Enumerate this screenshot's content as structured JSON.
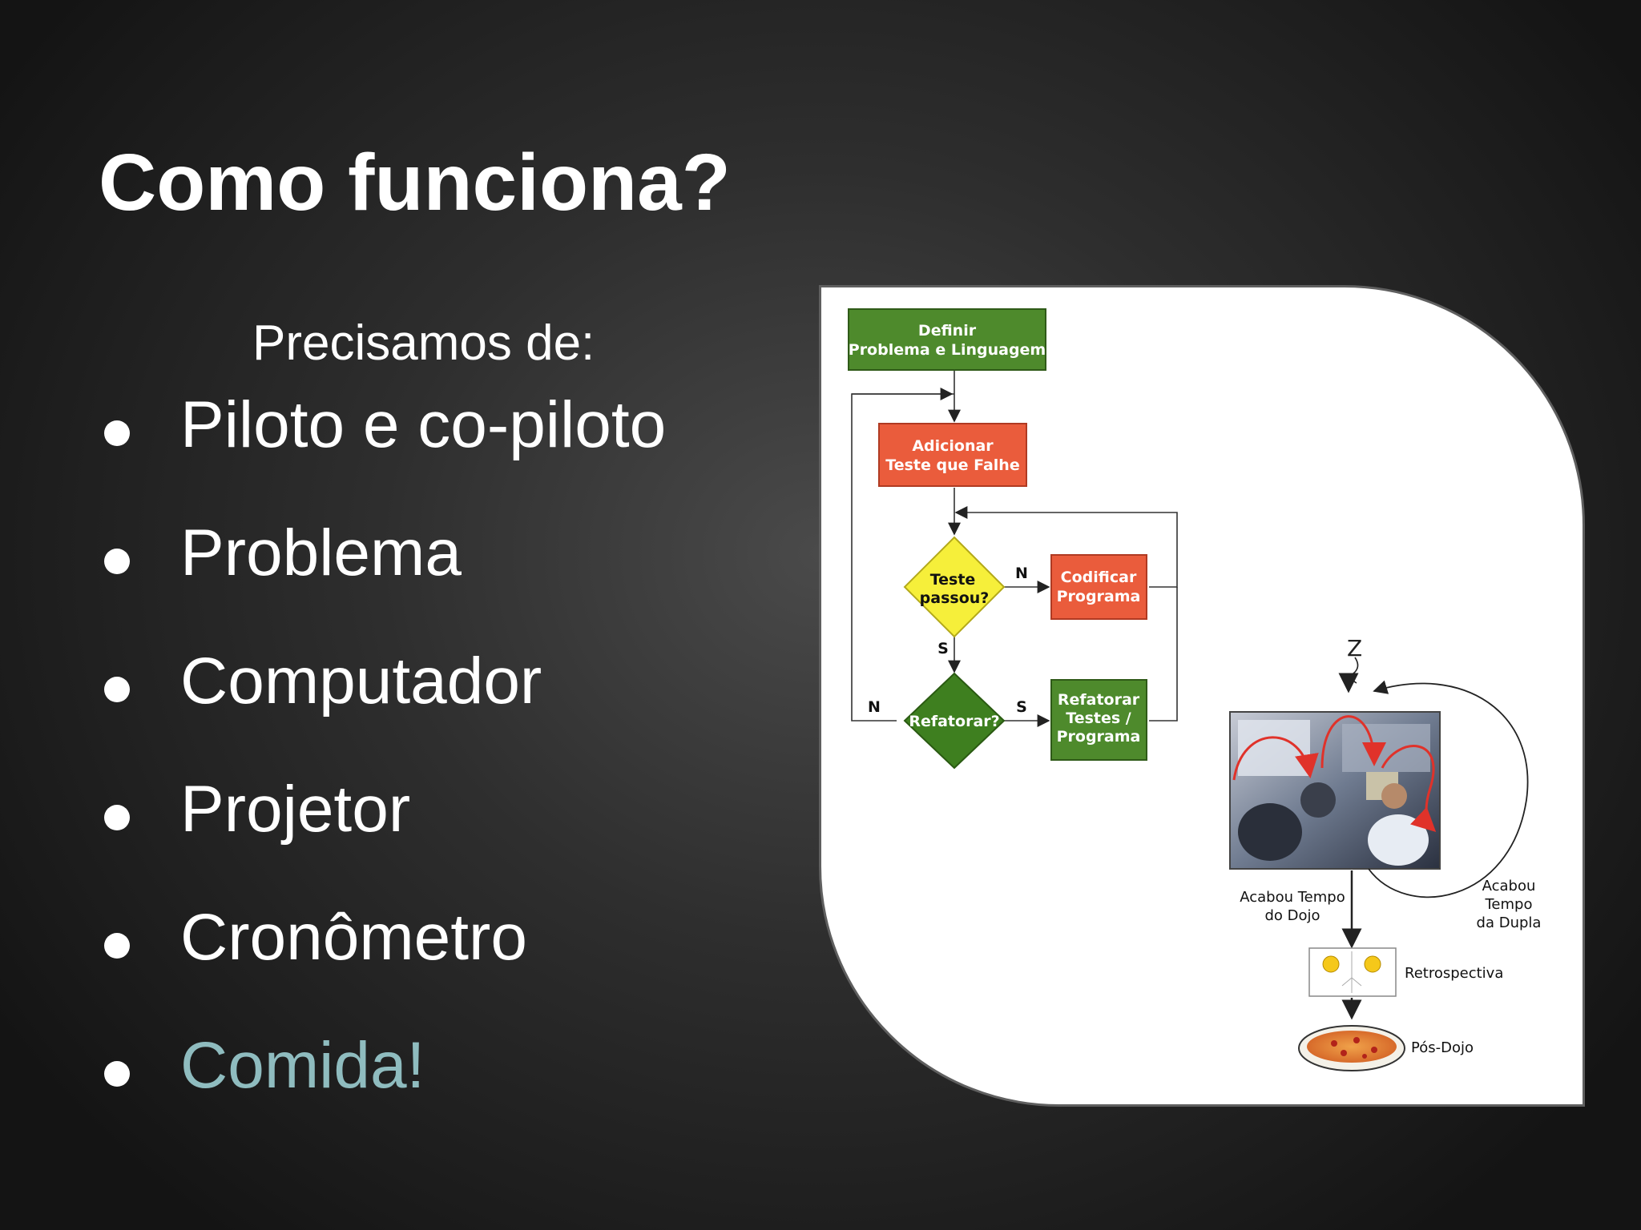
{
  "slide": {
    "title": "Como funciona?",
    "subheading": "Precisamos de:",
    "bullets": [
      {
        "label": "Piloto e co-piloto",
        "accent": false
      },
      {
        "label": "Problema",
        "accent": false
      },
      {
        "label": "Computador",
        "accent": false
      },
      {
        "label": "Projetor",
        "accent": false
      },
      {
        "label": "Cronômetro",
        "accent": false
      },
      {
        "label": "Comida!",
        "accent": true
      }
    ],
    "colors": {
      "background": "#2e2e2e",
      "text": "#ffffff",
      "accent_text": "#8fbcbf",
      "node_green": "#4e8a2c",
      "node_orange": "#ea5c3c",
      "node_yellow": "#f6ef3a",
      "node_dark_green": "#3e7f1f",
      "arrow_red": "#e0322a"
    }
  },
  "flowchart": {
    "define_line1": "Definir",
    "define_line2": "Problema e Linguagem",
    "add_test_line1": "Adicionar",
    "add_test_line2": "Teste que Falhe",
    "test_passed_line1": "Teste",
    "test_passed_line2": "passou?",
    "code_line1": "Codificar",
    "code_line2": "Programa",
    "refactor_question": "Refatorar?",
    "refactor_line1": "Refatorar",
    "refactor_line2": "Testes /",
    "refactor_line3": "Programa",
    "label_n": "N",
    "label_s": "S"
  },
  "dojo": {
    "sleep_icon": "Z",
    "end_dojo_line1": "Acabou Tempo",
    "end_dojo_line2": "do Dojo",
    "end_pair_line1": "Acabou",
    "end_pair_line2": "Tempo",
    "end_pair_line3": "da Dupla",
    "retrospective": "Retrospectiva",
    "post_dojo": "Pós-Dojo",
    "icons": [
      "zz-sleep-icon",
      "smiley-icon",
      "pizza-icon",
      "team-photo"
    ]
  }
}
